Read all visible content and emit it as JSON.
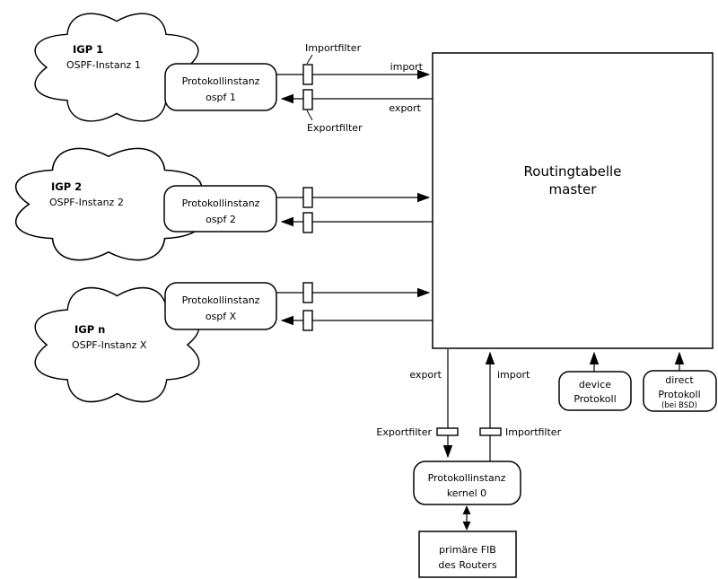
{
  "colors": {
    "stroke": "#000000",
    "fill": "#ffffff"
  },
  "clouds": [
    {
      "title": "IGP 1",
      "subtitle": "OSPF-Instanz 1"
    },
    {
      "title": "IGP 2",
      "subtitle": "OSPF-Instanz 2"
    },
    {
      "title": "IGP n",
      "subtitle": "OSPF-Instanz X"
    }
  ],
  "protocols": [
    {
      "line1": "Protokollinstanz",
      "line2": "ospf 1"
    },
    {
      "line1": "Protokollinstanz",
      "line2": "ospf 2"
    },
    {
      "line1": "Protokollinstanz",
      "line2": "ospf X"
    }
  ],
  "routing_table": {
    "line1": "Routingtabelle",
    "line2": "master"
  },
  "top": {
    "importfilter": "Importfilter",
    "exportfilter": "Exportfilter",
    "import": "import",
    "export": "export"
  },
  "bottom": {
    "export": "export",
    "import": "import",
    "exportfilter": "Exportfilter",
    "importfilter": "Importfilter"
  },
  "kernel": {
    "line1": "Protokollinstanz",
    "line2": "kernel 0"
  },
  "fib": {
    "line1": "primäre FIB",
    "line2": "des Routers"
  },
  "device": {
    "line1": "device",
    "line2": "Protokoll"
  },
  "direct": {
    "line1": "direct",
    "line2": "Protokoll",
    "note": "(bei BSD)"
  }
}
